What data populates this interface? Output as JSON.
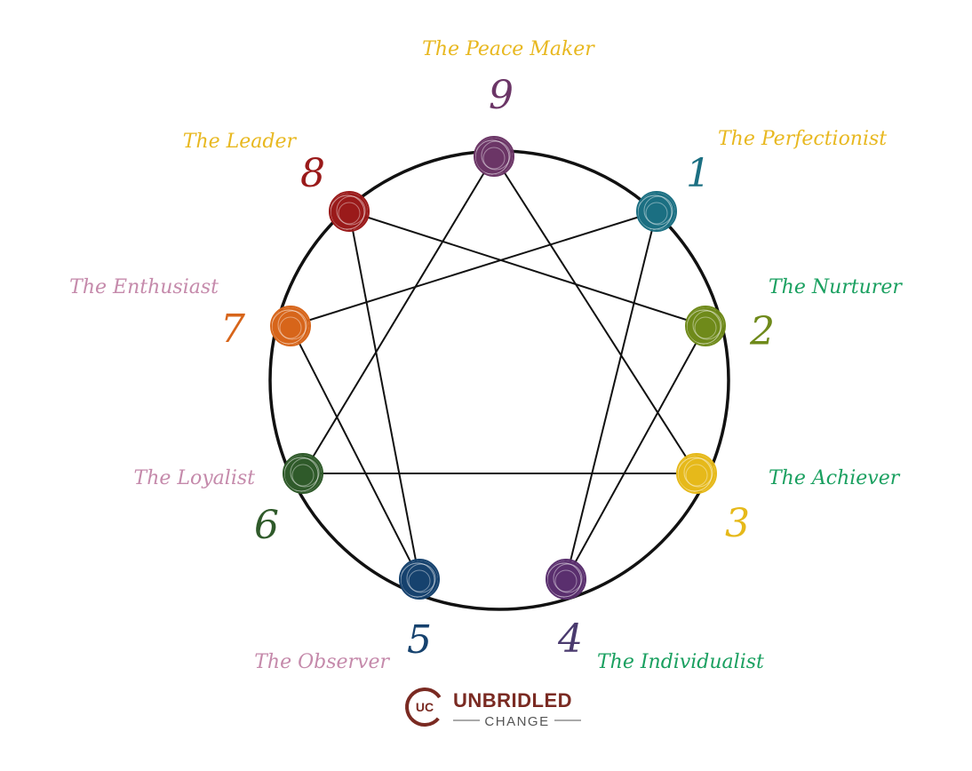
{
  "diagram": {
    "points": [
      {
        "number": "9",
        "label": "The Peace Maker",
        "node_color": "#6b3566",
        "number_color": "#6b3566",
        "label_color": "#e8b820"
      },
      {
        "number": "1",
        "label": "The Perfectionist",
        "node_color": "#1b6f82",
        "number_color": "#1b6f82",
        "label_color": "#e8b820"
      },
      {
        "number": "2",
        "label": "The Nurturer",
        "node_color": "#6f8a1a",
        "number_color": "#6f8a1a",
        "label_color": "#1aa060"
      },
      {
        "number": "3",
        "label": "The Achiever",
        "node_color": "#e6b91a",
        "number_color": "#e6b91a",
        "label_color": "#1aa060"
      },
      {
        "number": "4",
        "label": "The Individualist",
        "node_color": "#5a2f6e",
        "number_color": "#4a3a6e",
        "label_color": "#1aa060"
      },
      {
        "number": "5",
        "label": "The Observer",
        "node_color": "#16426e",
        "number_color": "#16426e",
        "label_color": "#c58aab"
      },
      {
        "number": "6",
        "label": "The Loyalist",
        "node_color": "#2f5a2a",
        "number_color": "#2f5a2a",
        "label_color": "#c58aab"
      },
      {
        "number": "7",
        "label": "The Enthusiast",
        "node_color": "#d7651a",
        "number_color": "#d7651a",
        "label_color": "#c58aab"
      },
      {
        "number": "8",
        "label": "The Leader",
        "node_color": "#9a1a1a",
        "number_color": "#9a1a1a",
        "label_color": "#e8b820"
      }
    ],
    "connections": [
      [
        "1",
        "4"
      ],
      [
        "4",
        "2"
      ],
      [
        "2",
        "8"
      ],
      [
        "8",
        "5"
      ],
      [
        "5",
        "7"
      ],
      [
        "7",
        "1"
      ],
      [
        "9",
        "3"
      ],
      [
        "3",
        "6"
      ],
      [
        "6",
        "9"
      ]
    ],
    "line_color": "#111111"
  },
  "logo": {
    "monogram": "UC",
    "main": "UNBRIDLED",
    "sub": "CHANGE",
    "color": "#7a2a22",
    "sub_color": "#555555"
  }
}
